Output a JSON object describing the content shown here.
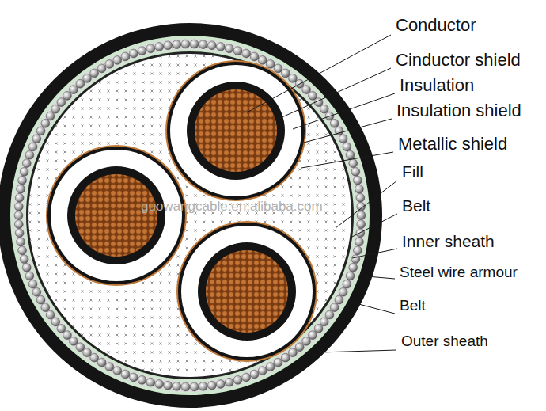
{
  "diagram": {
    "labels": [
      "Conductor",
      "Cinductor shield",
      "Insulation",
      "Insulation shield",
      "Metallic shield",
      "Fill",
      "Belt",
      "Inner sheath",
      "Steel wire armour",
      "Belt",
      "Outer sheath",
      "guowangcable.en.alibaba.com"
    ]
  }
}
